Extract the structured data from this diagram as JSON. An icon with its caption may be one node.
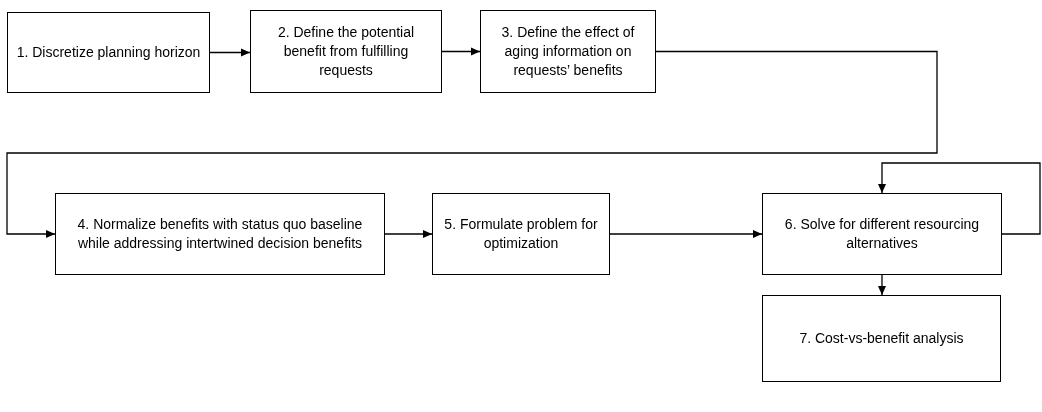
{
  "diagram": {
    "nodes": [
      {
        "text": [
          "1. Discretize planning horizon"
        ]
      },
      {
        "text": [
          "2. Define the potential benefit from fulfilling requests"
        ]
      },
      {
        "text": [
          "3. Define the effect of aging information on requests’ benefits"
        ]
      },
      {
        "text": [
          "4. Normalize benefits with status quo baseline while addressing intertwined decision benefits"
        ]
      },
      {
        "text": [
          "5. Formulate problem for optimization"
        ]
      },
      {
        "text": [
          "6. Solve for different resourcing alternatives"
        ]
      },
      {
        "text": [
          "7. Cost-vs-benefit analysis"
        ]
      }
    ],
    "edges": [
      {
        "from": 0,
        "to": 1,
        "arrow": "to"
      },
      {
        "from": 1,
        "to": 2,
        "arrow": "to"
      },
      {
        "from": 2,
        "to": 3,
        "arrow": "to"
      },
      {
        "from": 3,
        "to": 4,
        "arrow": "to"
      },
      {
        "from": 4,
        "to": 5,
        "arrow": "to"
      },
      {
        "from": 5,
        "to": 5,
        "arrow": "to"
      },
      {
        "from": 5,
        "to": 6,
        "arrow": "to"
      }
    ]
  }
}
